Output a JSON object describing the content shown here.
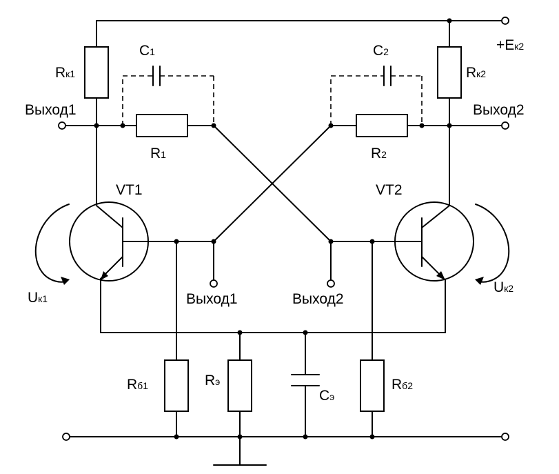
{
  "labels": {
    "rk1": {
      "main": "R",
      "sub": "к1"
    },
    "rk2": {
      "main": "R",
      "sub": "к2"
    },
    "c1": {
      "main": "C",
      "sub": "1"
    },
    "c2": {
      "main": "C",
      "sub": "2"
    },
    "r1": {
      "main": "R",
      "sub": "1"
    },
    "r2": {
      "main": "R",
      "sub": "2"
    },
    "supply": {
      "main": "+E",
      "sub": "к2"
    },
    "out1_top": "Выход1",
    "out2_top": "Выход2",
    "out1_bottom": "Выход1",
    "out2_bottom": "Выход2",
    "vt1": "VT1",
    "vt2": "VT2",
    "uk1": {
      "main": "U",
      "sub": "к1"
    },
    "uk2": {
      "main": "U",
      "sub": "к2"
    },
    "rb1": {
      "main": "R",
      "sub": "б1"
    },
    "rb2": {
      "main": "R",
      "sub": "б2"
    },
    "re": {
      "main": "R",
      "sub": "э"
    },
    "ce": {
      "main": "C",
      "sub": "э"
    }
  }
}
